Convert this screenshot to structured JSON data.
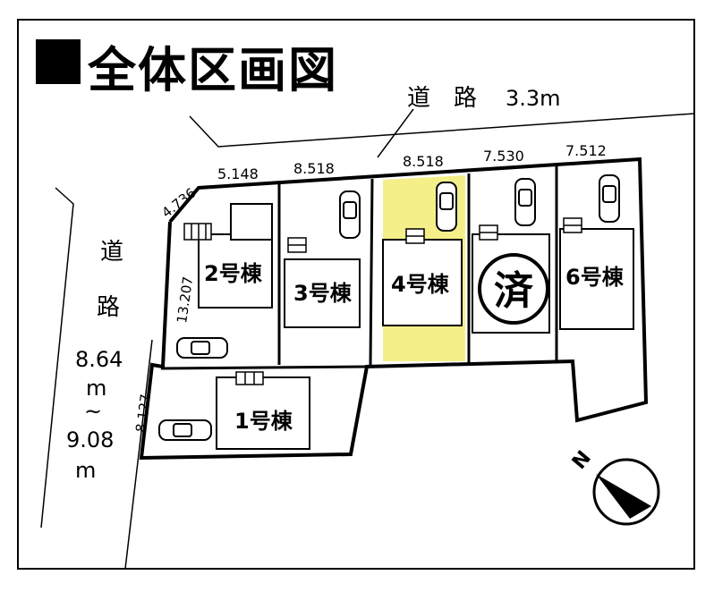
{
  "title": "全体区画図",
  "road_top": {
    "label": "道　路",
    "width": "3.3m"
  },
  "road_left": {
    "chars": [
      "道",
      "路"
    ],
    "width_lines": [
      "8.64",
      "m",
      "~",
      "9.08",
      "m"
    ]
  },
  "dimensions": {
    "top": [
      "4.736",
      "5.148",
      "8.518",
      "8.518",
      "7.530",
      "7.512"
    ],
    "left_upper": "13.207",
    "left_lower": "8.127"
  },
  "lots": [
    {
      "id": "1",
      "label": "1号棟"
    },
    {
      "id": "2",
      "label": "2号棟"
    },
    {
      "id": "3",
      "label": "3号棟"
    },
    {
      "id": "4",
      "label": "4号棟",
      "highlight": "#f5ef8a"
    },
    {
      "id": "5",
      "label": "済",
      "sold": true
    },
    {
      "id": "6",
      "label": "6号棟"
    }
  ],
  "compass": {
    "letter": "N"
  },
  "colors": {
    "highlight": "#f5ef8a",
    "line": "#000000",
    "background": "#ffffff"
  }
}
